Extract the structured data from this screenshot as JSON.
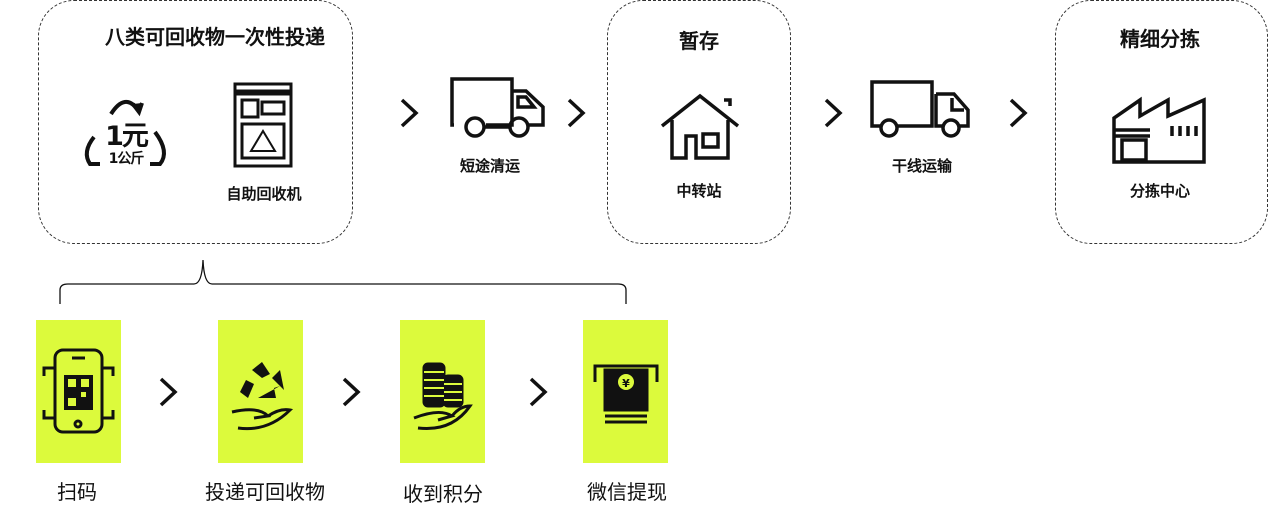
{
  "colors": {
    "highlight": "#dcfa3c",
    "stroke": "#111111"
  },
  "stages": [
    {
      "title": "八类可回收物一次性投递",
      "icon_label": "1元\n1公斤",
      "machine_label": "自助回收机"
    },
    {
      "transport_label": "短途清运"
    },
    {
      "title": "暂存",
      "label": "中转站"
    },
    {
      "transport_label": "干线运输"
    },
    {
      "title": "精细分拣",
      "label": "分拣中心"
    }
  ],
  "recycle_icon": {
    "big": "1元",
    "small": "1公斤"
  },
  "steps": [
    {
      "label": "扫码",
      "icon": "phone-qr-icon"
    },
    {
      "label": "投递可回收物",
      "icon": "recycle-hand-icon"
    },
    {
      "label": "收到积分",
      "icon": "coins-hand-icon"
    },
    {
      "label": "微信提现",
      "icon": "cash-withdraw-icon"
    }
  ]
}
